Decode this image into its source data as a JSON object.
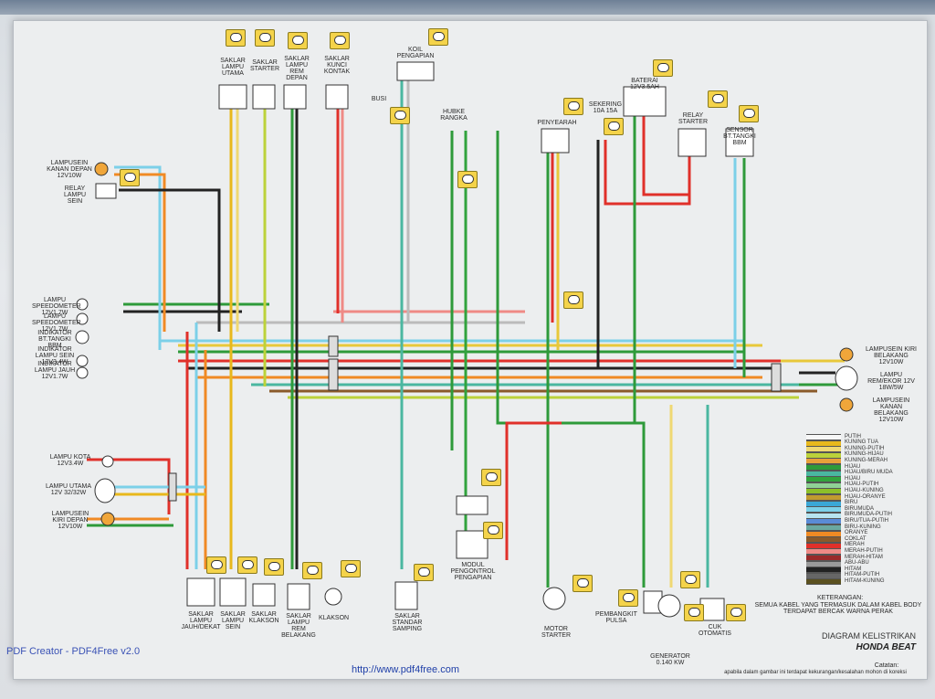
{
  "doc": {
    "creator": "PDF Creator - PDF4Free v2.0",
    "url": "http://www.pdf4free.com",
    "title_line1": "DIAGRAM KELISTRIKAN",
    "title_line2": "HONDA BEAT"
  },
  "components": {
    "saklar_lampu_utama": "SAKLAR LAMPU UTAMA",
    "saklar_starter": "SAKLAR STARTER",
    "saklar_lampu_rem": "SAKLAR LAMPU REM DEPAN",
    "saklar_kunci": "SAKLAR KUNCI KONTAK",
    "koil": "KOIL PENGAPIAN",
    "busi": "BUSI",
    "hubke": "HUBKE RANGKA",
    "penyearah": "PENYEARAH",
    "sekering": "SEKERING 10A 15A",
    "baterai": "BATERAI 12V3.5AH",
    "relay_starter": "RELAY STARTER",
    "sensor_bbm": "SENSOR BT.TANGKI BBM",
    "lampusein_kanan_depan": "LAMPUSEIN KANAN DEPAN 12V10W",
    "relay_lampu": "RELAY LAMPU SEIN",
    "lampu_speedo1": "LAMPU SPEEDOMETER 12V1.7W",
    "lampu_speedo2": "LAMPU SPEEDOMETER 12V1.7W",
    "indikator_bbm": "INDIKATOR BT.TANGKI BBM",
    "indikator_sein": "INDIKATOR LAMPU SEIN 12V3.4W",
    "indikator_jauh": "INDIKATOR LAMPU JAUH 12V1.7W",
    "lampusein_kiri_bel": "LAMPUSEIN KIRI BELAKANG 12V10W",
    "lampu_rem": "LAMPU REM/EKOR 12V 18W/5W",
    "lampusein_kanan_bel": "LAMPUSEIN KANAN BELAKANG 12V10W",
    "lampu_kota": "LAMPU KOTA 12V3.4W",
    "lampu_utama": "LAMPU UTAMA 12V 32/32W",
    "lampusein_kiri_depan": "LAMPUSEIN KIRI DEPAN 12V10W",
    "modul": "MODUL PENGONTROL PENGAPIAN",
    "saklar_lampu_jauh": "SAKLAR LAMPU JAUH/DEKAT",
    "saklar_lampu_sein": "SAKLAR LAMPU SEIN",
    "saklar_klakson": "SAKLAR KLAKSON",
    "saklar_lampu_rem_bel": "SAKLAR LAMPU REM BELAKANG",
    "klakson": "KLAKSON",
    "saklar_standar": "SAKLAR STANDAR SAMPING",
    "motor_starter": "MOTOR STARTER",
    "pembangkit": "PEMBANGKIT PULSA",
    "generator": "GENERATOR 0.140 kW",
    "cuk": "CUK OTOMATIS"
  },
  "legend": [
    {
      "label": "PUTIH",
      "color": "#f7f7f7"
    },
    {
      "label": "KUNING TUA",
      "color": "#e8b81c"
    },
    {
      "label": "KUNING-PUTIH",
      "color": "#efd873"
    },
    {
      "label": "KUNING-HIJAU",
      "color": "#bcd23a"
    },
    {
      "label": "KUNING-MERAH",
      "color": "#e8a03a"
    },
    {
      "label": "HIJAU",
      "color": "#2e9a3a"
    },
    {
      "label": "HIJAU/BIRU MUDA",
      "color": "#4ab7a0"
    },
    {
      "label": "HIJAU",
      "color": "#31a33d"
    },
    {
      "label": "HIJAU-PUTIH",
      "color": "#8fd196"
    },
    {
      "label": "HIJAU-KUNING",
      "color": "#8cbf2a"
    },
    {
      "label": "HIJAU-ORANYE",
      "color": "#c09a30"
    },
    {
      "label": "BIRU",
      "color": "#3aa7d6"
    },
    {
      "label": "BIRUMUDA",
      "color": "#7cd0e8"
    },
    {
      "label": "BIRUMUDA-PUTIH",
      "color": "#b7e4ef"
    },
    {
      "label": "BIRU/TUA-PUTIH",
      "color": "#5a8bd6"
    },
    {
      "label": "BIRU-KUNING",
      "color": "#6aa8a0"
    },
    {
      "label": "ORANYE",
      "color": "#f08a24"
    },
    {
      "label": "COKLAT",
      "color": "#8a5a2a"
    },
    {
      "label": "MERAH",
      "color": "#e0302a"
    },
    {
      "label": "MERAH-PUTIH",
      "color": "#ef8a86"
    },
    {
      "label": "MERAH-HITAM",
      "color": "#9a2a2a"
    },
    {
      "label": "ABU-ABU",
      "color": "#9a9a9a"
    },
    {
      "label": "HITAM",
      "color": "#222222"
    },
    {
      "label": "HITAM-PUTIH",
      "color": "#666666"
    },
    {
      "label": "HITAM-KUNING",
      "color": "#5a5020"
    }
  ],
  "notes": {
    "keterangan": "KETERANGAN:",
    "keterangan_text": "SEMUA KABEL YANG TERMASUK DALAM KABEL BODY TERDAPAT BERCAK WARNA PERAK",
    "catatan": "Catatan:",
    "catatan_text": "apabila dalam gambar ini terdapat kekurangan/kesalahan mohon di koreksi"
  },
  "colors": {
    "accent": "#f4d34a",
    "link": "#1f3fa8"
  }
}
